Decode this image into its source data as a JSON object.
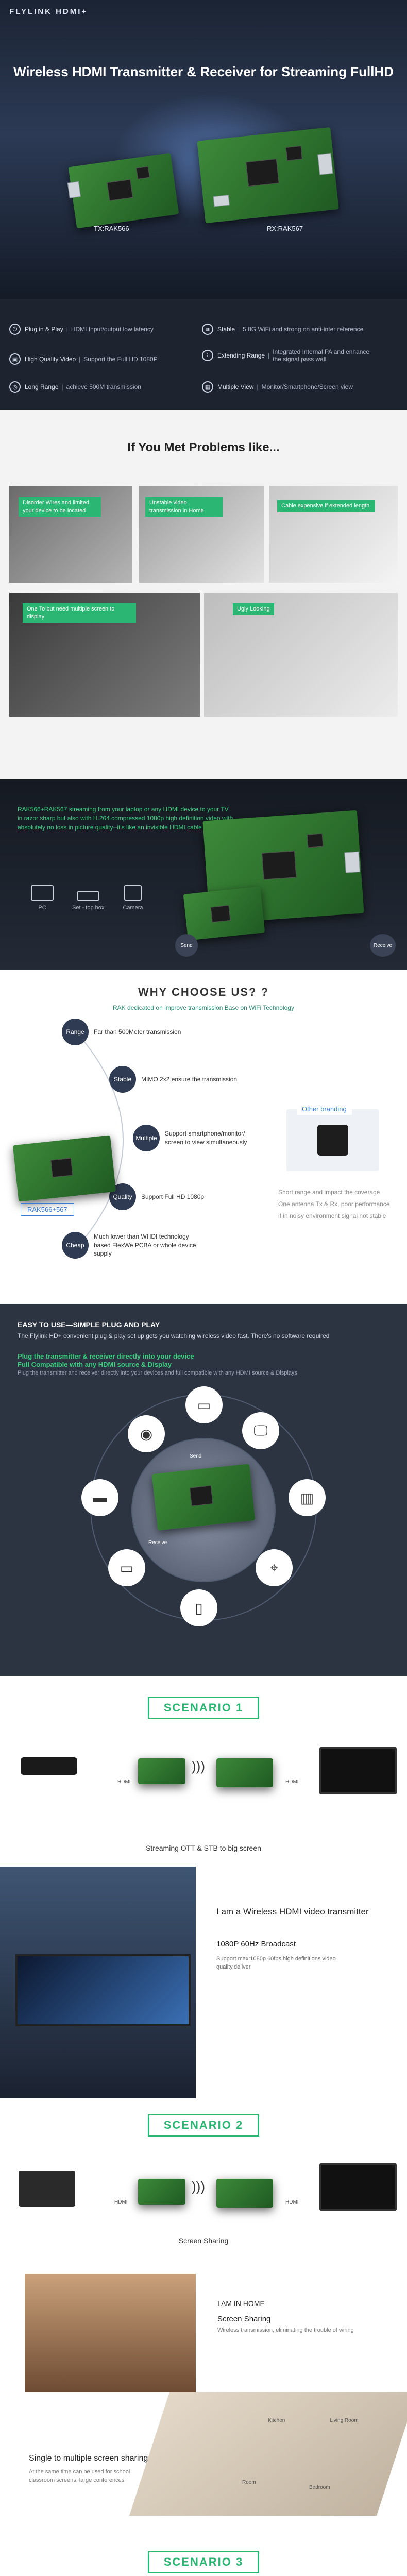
{
  "hero": {
    "brand": "FLYLINK HDMI+",
    "title": "Wireless HDMI Transmitter & Receiver for Streaming FullHD",
    "tx_label": "TX:RAK566",
    "rx_label": "RX:RAK567"
  },
  "features": [
    {
      "icon": "plug-icon",
      "name": "Plug in & Play",
      "desc": "HDMI Input/output low latency"
    },
    {
      "icon": "wifi-icon",
      "name": "Stable",
      "desc": "5.8G WiFi and strong on anti-inter reference"
    },
    {
      "icon": "hd-icon",
      "name": "High Quality Video",
      "desc": "Support the Full HD 1080P"
    },
    {
      "icon": "antenna-icon",
      "name": "Extending Range",
      "desc": "Integrated Internal PA and enhance the signal pass wall"
    },
    {
      "icon": "range-icon",
      "name": "Long Range",
      "desc": "achieve 500M transmission"
    },
    {
      "icon": "multiview-icon",
      "name": "Multiple View",
      "desc": "Monitor/Smartphone/Screen view"
    }
  ],
  "problems": {
    "title": "If You Met Problems like...",
    "tags": [
      "Disorder Wires and limited your device to be located",
      "Unstable video transmission in Home",
      "Cable expensive if extended length",
      "One To but need multiple screen to display",
      "Ugly Looking"
    ]
  },
  "showcase": {
    "text": "RAK566+RAK567 streaming from your laptop or any HDMI device to your TV in razor sharp but also with H.264 compressed 1080p high definition video with absolutely no loss in picture quality--it's like an invisible HDMI cable",
    "devices": [
      "PC",
      "Set - top box",
      "Camera"
    ],
    "send_label": "Send",
    "receive_label": "Receive"
  },
  "why": {
    "title": "WHY CHOOSE US? ?",
    "subtitle": "RAK dedicated on improve transmission Base on WiFi Technology",
    "nodes": [
      {
        "label": "Range",
        "text": "Far than 500Meter transmission"
      },
      {
        "label": "Stable",
        "text": "MIMO 2x2 ensure the transmission"
      },
      {
        "label": "Multiple",
        "text": "Support smartphone/monitor/ screen to view simultaneously"
      },
      {
        "label": "Quality",
        "text": "Support Full HD 1080p"
      },
      {
        "label": "Cheap",
        "text": "Much lower than WHDI technology based FlexWe PCBA or whole device supply"
      }
    ],
    "rak_label": "RAK566+567",
    "other_label": "Other branding",
    "side_text": "Short range and impact the coverage One antenna Tx & Rx, poor performance if in noisy environment signal not stable"
  },
  "easy": {
    "heading": "EASY TO USE—SIMPLE PLUG AND PLAY",
    "p1": "The Flylink HD+ convenient plug & play set up gets you watching wireless video fast. There's no software required",
    "g1": "Plug the transmitter & receiver directly into your device",
    "g2": "Full Compatible with any HDMI source & Display",
    "p2": "Plug the transmitter and receiver directly into your devices and full compatible with any HDMI source & Displays",
    "send_label": "Send",
    "receive_label": "Receive"
  },
  "scenario1": {
    "badge": "SCENARIO 1",
    "caption": "Streaming OTT & STB to big screen",
    "hdmi_left": "HDMI",
    "hdmi_right": "HDMI"
  },
  "promo": {
    "t1": "I am a Wireless HDMI video transmitter",
    "t2": "1080P  60Hz  Broadcast",
    "t3": "Support max:1080p 60fps high definitions video quality,deliver"
  },
  "scenario2": {
    "badge": "SCENARIO 2",
    "caption": "Screen Sharing",
    "hdmi_left": "HDMI",
    "hdmi_right": "HDMI"
  },
  "home": {
    "t1": "I AM IN HOME",
    "t2": "Screen Sharing",
    "t3": "Wireless transmission, eliminating the trouble of wiring",
    "t4": "Single to multiple screen sharing",
    "t5": "At the same time can be used for school classroom screens, large conferences",
    "room_labels": [
      "Living Room",
      "Kitchen",
      "Room",
      "Bedroom"
    ]
  },
  "scenario3": {
    "badge": "SCENARIO 3"
  }
}
